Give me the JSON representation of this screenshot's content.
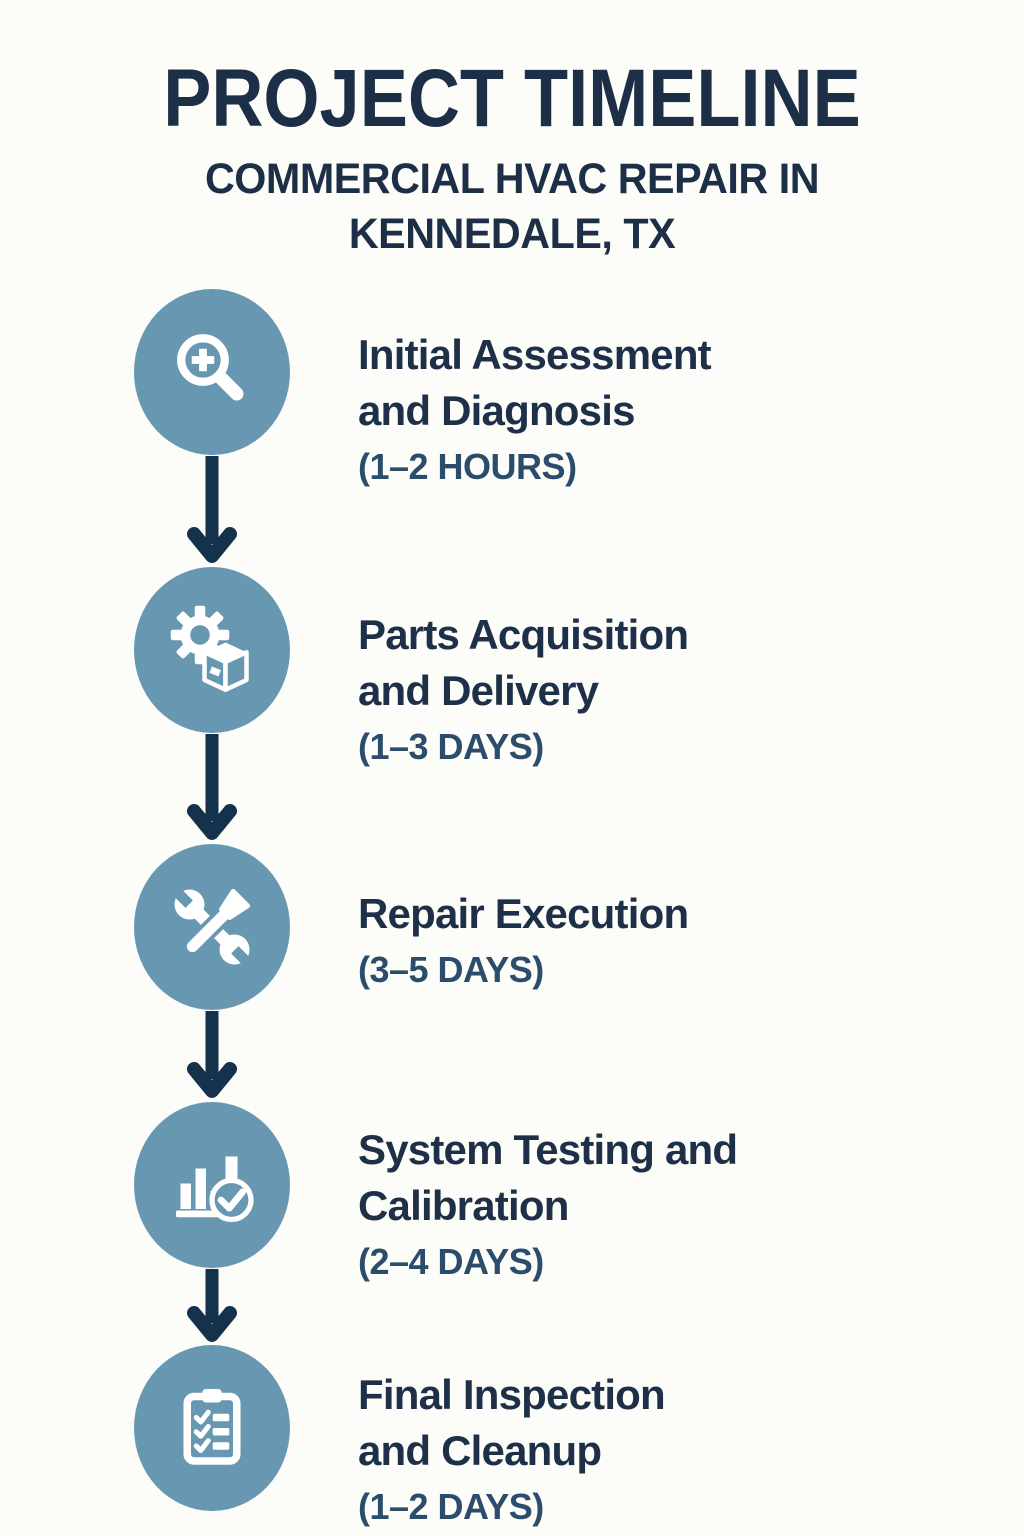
{
  "header": {
    "title": "PROJECT TIMELINE",
    "subtitle_line1": "COMMERCIAL HVAC REPAIR IN",
    "subtitle_line2": "KENNEDALE, TX"
  },
  "steps": [
    {
      "icon": "magnifier-plus-icon",
      "title_line1": "Initial Assessment",
      "title_line2": "and Diagnosis",
      "duration": "(1–2 HOURS)"
    },
    {
      "icon": "gear-box-icon",
      "title_line1": "Parts Acquisition",
      "title_line2": "and Delivery",
      "duration": "(1–3 DAYS)"
    },
    {
      "icon": "wrench-screwdriver-icon",
      "title_line1": "Repair Execution",
      "title_line2": "",
      "duration": "(3–5 DAYS)"
    },
    {
      "icon": "bar-chart-check-icon",
      "title_line1": "System Testing and",
      "title_line2": "Calibration",
      "duration": "(2–4 DAYS)"
    },
    {
      "icon": "clipboard-checklist-icon",
      "title_line1": "Final Inspection",
      "title_line2": "and Cleanup",
      "duration": "(1–2 DAYS)"
    }
  ],
  "colors": {
    "background": "#fcfcf9",
    "circle_blue": "#6898b1",
    "arrow_navy": "#14324c",
    "heading_navy": "#1d2f47",
    "step_title_navy": "#1e3048",
    "duration_navy": "#2b4c6b"
  }
}
